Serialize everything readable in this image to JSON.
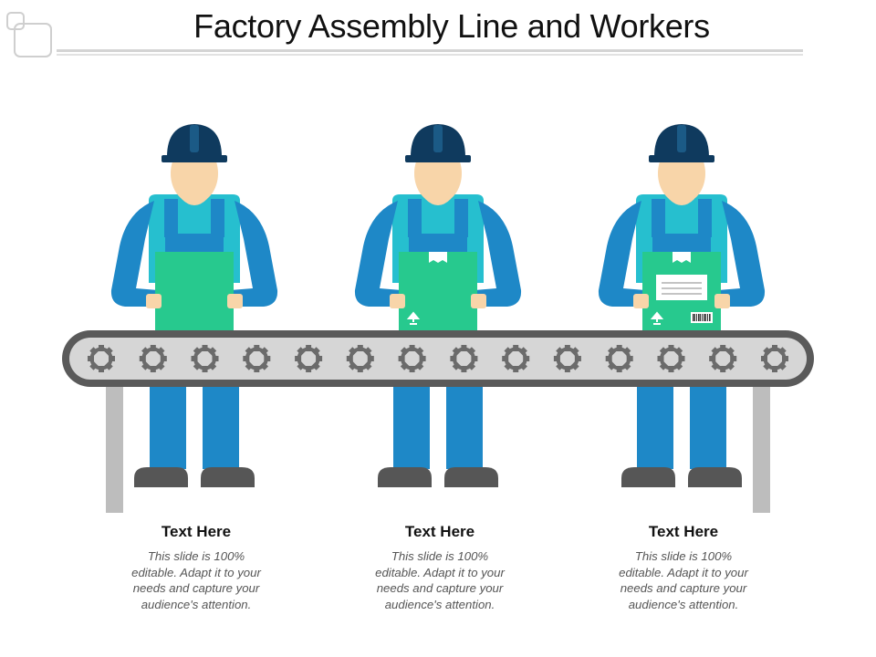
{
  "title": "Factory Assembly Line and Workers",
  "colors": {
    "helmet": "#0f3a5e",
    "skin": "#f8d5a9",
    "shirt": "#26bfcf",
    "sleeve": "#1e88c7",
    "overalls": "#1e88c7",
    "box": "#27c98e",
    "boot": "#565656",
    "belt_frame": "#5a5a5a",
    "belt_fill": "#d6d6d6",
    "gear": "#6b6b6b",
    "leg_post": "#bdbdbd"
  },
  "workers": [
    {
      "box": "plain",
      "heading": "Text Here",
      "body": "This slide is 100%\neditable. Adapt it to your\nneeds and capture your\naudience's attention."
    },
    {
      "box": "taped",
      "heading": "Text Here",
      "body": "This slide is 100%\neditable. Adapt it to your\nneeds and capture your\naudience's attention."
    },
    {
      "box": "labeled",
      "heading": "Text Here",
      "body": "This slide is 100%\neditable. Adapt it to your\nneeds and capture your\naudience's attention."
    }
  ],
  "conveyor": {
    "gear_count": 14
  }
}
